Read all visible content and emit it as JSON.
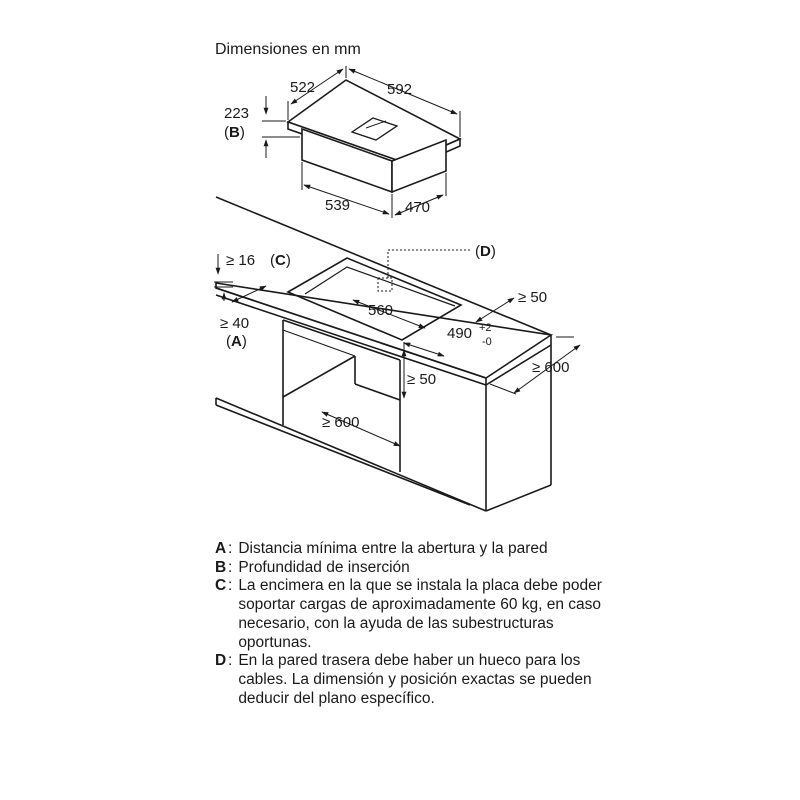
{
  "title": "Dimensiones en mm",
  "dims": {
    "w_top": "522",
    "d_top": "592",
    "h_total": "223",
    "b_label": "(B)",
    "w_bottom": "539",
    "d_bottom": "470",
    "min_top": "≥ 16",
    "c_label": "(C)",
    "d_label": "(D)",
    "cutout_w": "560",
    "cutout_d": "490",
    "tol_plus": "+2",
    "tol_minus": "-0",
    "min_side_top": "≥ 50",
    "min_front": "≥ 40",
    "a_label": "(A)",
    "min_side": "≥ 50",
    "min_depth": "≥ 600",
    "min_cab": "≥ 600"
  },
  "legend": [
    {
      "key": "A",
      "text": "Distancia mínima entre la abertura y la pared"
    },
    {
      "key": "B",
      "text": "Profundidad de inserción"
    },
    {
      "key": "C",
      "text": "La encimera en la que se instala la placa debe poder soportar cargas de aproximadamente 60 kg, en caso necesario, con la ayuda de las subestructuras oportunas."
    },
    {
      "key": "D",
      "text": "En la pared trasera debe haber un hueco para los cables. La dimensión y posición exactas se pueden deducir del plano específico."
    }
  ]
}
